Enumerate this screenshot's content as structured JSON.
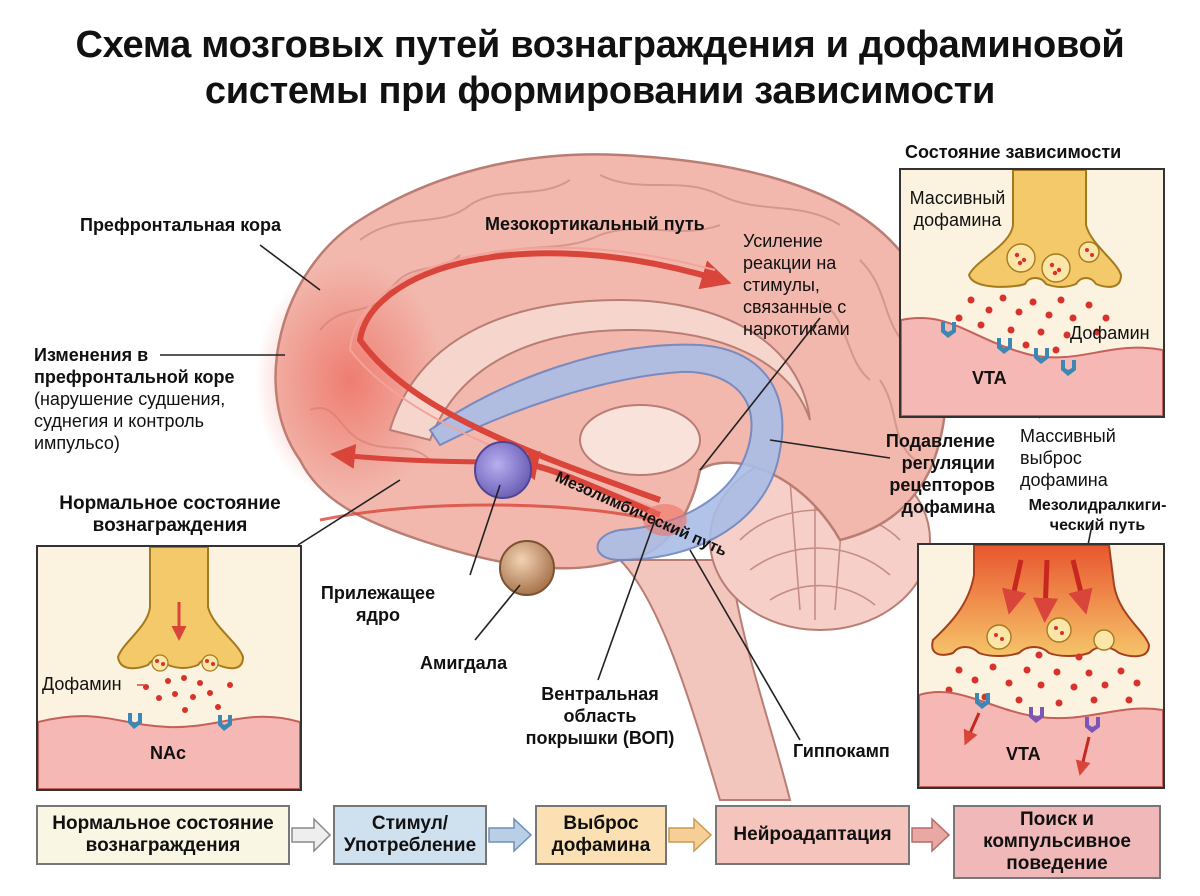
{
  "title_line1": "Схема мозговых путей вознаграждения и дофаминовой",
  "title_line2": "системы при формировании зависимости",
  "labels": {
    "prefrontal_cortex": "Префронтальная кора",
    "mesocortical_path": "Мезокортикальный путь",
    "reactivity_line1": "Усиление",
    "reactivity_line2": "реакции на",
    "reactivity_line3": "стимулы,",
    "reactivity_line4": "связанные с",
    "reactivity_line5": "наркотиками",
    "pfc_changes_line1": "Изменения в",
    "pfc_changes_line2": "префронтальной коре",
    "pfc_changes_line3": "(нарушение судшения,",
    "pfc_changes_line4": "суднегия и контроль",
    "pfc_changes_line5": "импульсо)",
    "mesolimbic_path": "Мезолимбический путь",
    "nucleus_accumbens_line1": "Прилежащее",
    "nucleus_accumbens_line2": "ядро",
    "amygdala": "Амигдала",
    "vta_line1": "Вентральная",
    "vta_line2": "область",
    "vta_line3": "покрышки (ВОП)",
    "hippocampus": "Гиппокамп",
    "receptor_down_line1": "Подавление",
    "receptor_down_line2": "регуляции",
    "receptor_down_line3": "рецепторов",
    "receptor_down_line4": "дофамина",
    "massive_release_line1": "Массивный",
    "massive_release_line2": "выброс",
    "massive_release_line3": "дофамина",
    "mesolimbic_right_line1": "Мезолидралкиги-",
    "mesolimbic_right_line2": "ческий путь"
  },
  "normal_panel": {
    "heading_line1": "Нормальное состояние",
    "heading_line2": "вознаграждения",
    "dopamine": "Дофамин",
    "region": "NAc"
  },
  "addiction_panel": {
    "heading": "Состояние зависимости",
    "release_line1": "Массивный",
    "release_line2": "дофамина",
    "dopamine": "Дофамин",
    "region": "VTA"
  },
  "lower_right_panel": {
    "region": "VTA"
  },
  "flow": [
    {
      "label": "Нормальное состояние вознаграждения",
      "color": "#faf6e4"
    },
    {
      "label": "Стимул/ Употребление",
      "color": "#cfe0ee"
    },
    {
      "label": "Выброс дофамина",
      "color": "#fbe0b4"
    },
    {
      "label": "Нейроадаптация",
      "color": "#f4c4bd"
    },
    {
      "label": "Поиск и компульсивное поведение",
      "color": "#f0b8b8"
    }
  ],
  "colors": {
    "brain": "#f0b8ae",
    "brain_dark": "#c9847c",
    "pathway_red": "#d9453a",
    "nucleus_purple": "#8a7fd0",
    "hippocampus_blue": "#8fa6d6",
    "terminal_yellow": "#f3c96a",
    "dopamine_dot": "#d8322c",
    "receptor_blue": "#3c87b4",
    "receptor_purple": "#7a56b8"
  }
}
